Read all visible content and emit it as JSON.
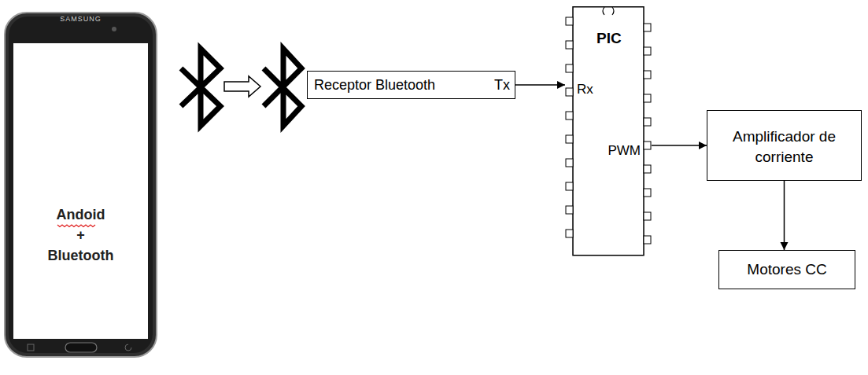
{
  "diagram": {
    "nodes": [
      {
        "text": [
          "SAMSUNG",
          "Andoid + Bluetooth"
        ]
      },
      {
        "text": [
          "Receptor Bluetooth",
          "Tx"
        ]
      },
      {
        "text": [
          "PIC",
          "Rx",
          "PWM"
        ]
      },
      {
        "text": [
          "Amplificador de corriente"
        ]
      },
      {
        "text": [
          "Motores CC"
        ]
      }
    ],
    "edges": [
      {
        "from": 1,
        "to": 2,
        "arrow": "to"
      },
      {
        "from": 2,
        "to": 3,
        "arrow": "to"
      },
      {
        "from": 3,
        "to": 4,
        "arrow": "to"
      }
    ]
  }
}
